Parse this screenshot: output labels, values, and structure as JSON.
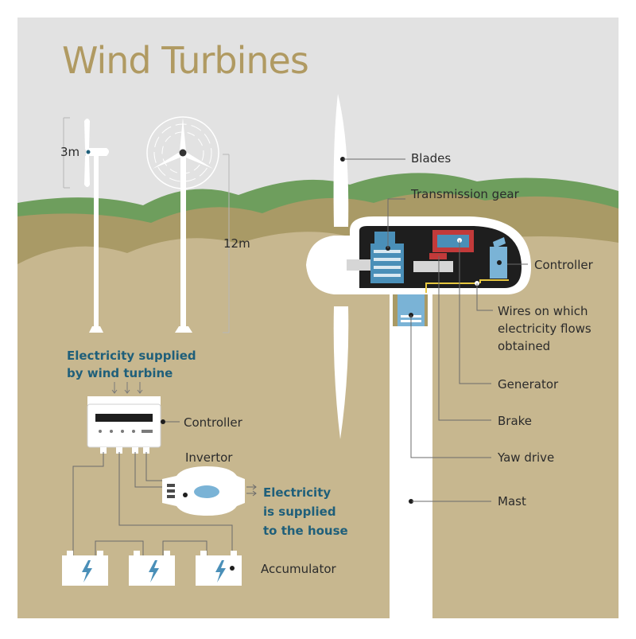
{
  "title": "Wind Turbines",
  "sizes": {
    "small": "3m",
    "large": "12m"
  },
  "turbine_labels": {
    "blades": "Blades",
    "transmission_gear": "Transmission gear",
    "controller": "Controller",
    "wires_line1": "Wires on which",
    "wires_line2": "electricity flows",
    "wires_line3": "obtained",
    "generator": "Generator",
    "brake": "Brake",
    "yaw_drive": "Yaw drive",
    "mast": "Mast"
  },
  "system": {
    "supplied_line1": "Electricity supplied",
    "supplied_line2": "by wind turbine",
    "controller": "Controller",
    "invertor": "Invertor",
    "house_line1": "Electricity",
    "house_line2": "is supplied",
    "house_line3": "to the house",
    "accumulator": "Accumulator"
  },
  "colors": {
    "sky": "#e2e2e2",
    "ground": "#c7b78f",
    "hill_green": "#6e9e5d",
    "hill_brown": "#a99a66",
    "title": "#b09a62",
    "accent_blue": "#1f5f7a",
    "nacelle": "#1e1e1e",
    "component_blue": "#4a8fb8",
    "component_red": "#c23a3a"
  },
  "icons": [
    "lightning-icon",
    "lightning-icon",
    "lightning-icon"
  ]
}
